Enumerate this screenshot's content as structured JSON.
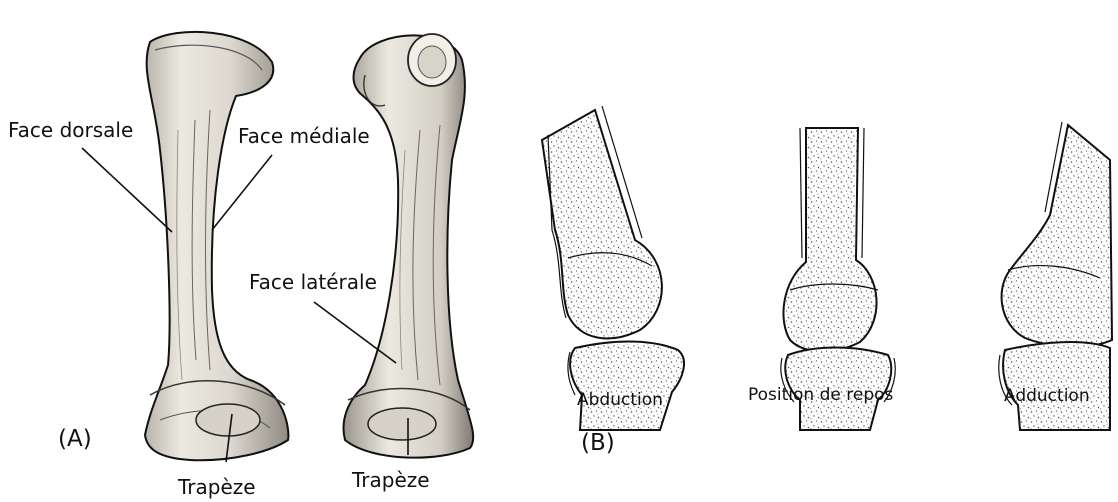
{
  "panel_a": {
    "letter": "(A)",
    "labels": {
      "face_dorsale": "Face dorsale",
      "face_mediale": "Face médiale",
      "face_laterale": "Face latérale",
      "trapeze_left": "Trapèze",
      "trapeze_right": "Trapèze"
    }
  },
  "panel_b": {
    "letter": "(B)",
    "captions": {
      "abduction": "Abduction",
      "rest": "Position de repos",
      "adduction": "Adduction"
    }
  },
  "colors": {
    "ink": "#111111",
    "bone": "#ece9e1",
    "bone_shade": "#8f8b82",
    "stipple": "#555555"
  }
}
